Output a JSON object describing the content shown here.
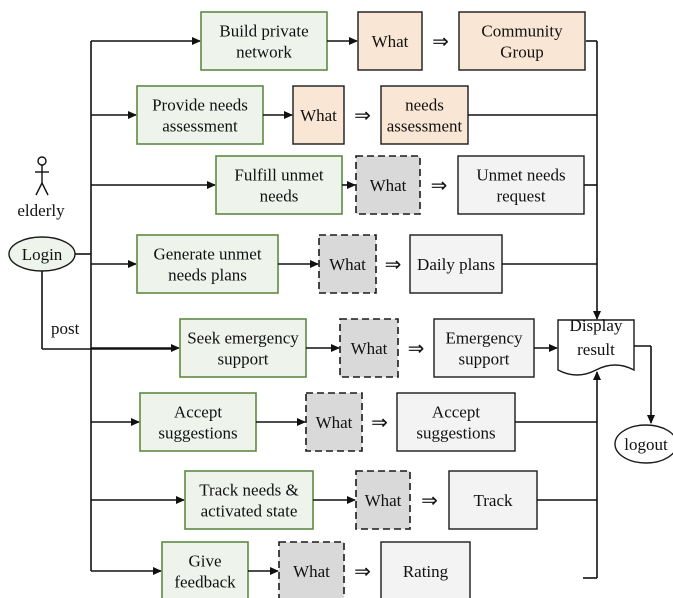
{
  "actor": {
    "label": "elderly"
  },
  "login": {
    "label": "Login"
  },
  "post_label": "post",
  "display": {
    "line1": "Display",
    "line2": "result"
  },
  "logout": {
    "label": "logout"
  },
  "implies_symbol": "⇒",
  "colors": {
    "function_border": "#5f8a45",
    "function_fill": "#eef3ec",
    "community_fill": "#fae6d4",
    "what_dashed_fill": "#d9d9d9",
    "result_fill": "#f3f3f3"
  },
  "rows": [
    {
      "function": [
        "Build private",
        "network"
      ],
      "what": "What",
      "what_style": "orange",
      "result": [
        "Community",
        "Group"
      ],
      "result_style": "orange"
    },
    {
      "function": [
        "Provide needs",
        "assessment"
      ],
      "what": "What",
      "what_style": "orange",
      "result": [
        "needs",
        "assessment"
      ],
      "result_style": "orange"
    },
    {
      "function": [
        "Fulfill unmet",
        "needs"
      ],
      "what": "What",
      "what_style": "dashed",
      "result": [
        "Unmet needs",
        "request"
      ],
      "result_style": "grey"
    },
    {
      "function": [
        "Generate unmet",
        "needs plans"
      ],
      "what": "What",
      "what_style": "dashed",
      "result": [
        "Daily plans"
      ],
      "result_style": "grey"
    },
    {
      "function": [
        "Seek emergency",
        "support"
      ],
      "what": "What",
      "what_style": "dashed",
      "result": [
        "Emergency",
        "support"
      ],
      "result_style": "grey"
    },
    {
      "function": [
        "Accept",
        "suggestions"
      ],
      "what": "What",
      "what_style": "dashed",
      "result": [
        "Accept",
        "suggestions"
      ],
      "result_style": "grey"
    },
    {
      "function": [
        "Track needs &",
        "activated state"
      ],
      "what": "What",
      "what_style": "dashed",
      "result": [
        "Track"
      ],
      "result_style": "grey"
    },
    {
      "function": [
        "Give",
        "feedback"
      ],
      "what": "What",
      "what_style": "dashed",
      "result": [
        "Rating"
      ],
      "result_style": "grey"
    }
  ]
}
